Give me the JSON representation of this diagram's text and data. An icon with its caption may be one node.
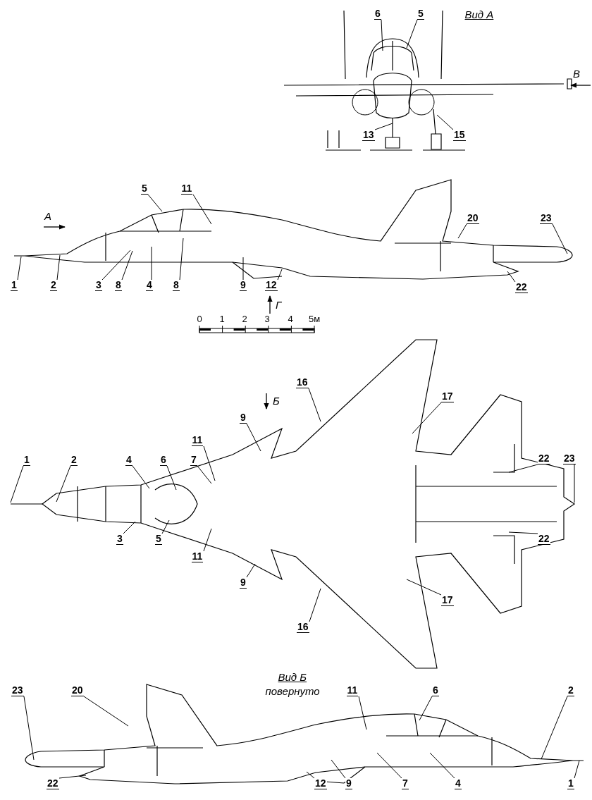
{
  "diagram": {
    "nodes": [
      {
        "text": [
          "6"
        ]
      },
      {
        "text": [
          "5"
        ]
      },
      {
        "text": [
          "13"
        ]
      },
      {
        "text": [
          "15"
        ]
      },
      {
        "text": [
          "5"
        ]
      },
      {
        "text": [
          "11"
        ]
      },
      {
        "text": [
          "20"
        ]
      },
      {
        "text": [
          "23"
        ]
      },
      {
        "text": [
          "1"
        ]
      },
      {
        "text": [
          "2"
        ]
      },
      {
        "text": [
          "3"
        ]
      },
      {
        "text": [
          "8"
        ]
      },
      {
        "text": [
          "4"
        ]
      },
      {
        "text": [
          "8"
        ]
      },
      {
        "text": [
          "9"
        ]
      },
      {
        "text": [
          "12"
        ]
      },
      {
        "text": [
          "22"
        ]
      },
      {
        "text": [
          "16"
        ]
      },
      {
        "text": [
          "17"
        ]
      },
      {
        "text": [
          "9"
        ]
      },
      {
        "text": [
          "11"
        ]
      },
      {
        "text": [
          "1"
        ]
      },
      {
        "text": [
          "2"
        ]
      },
      {
        "text": [
          "4"
        ]
      },
      {
        "text": [
          "6"
        ]
      },
      {
        "text": [
          "7"
        ]
      },
      {
        "text": [
          "22"
        ]
      },
      {
        "text": [
          "23"
        ]
      },
      {
        "text": [
          "3"
        ]
      },
      {
        "text": [
          "5"
        ]
      },
      {
        "text": [
          "11"
        ]
      },
      {
        "text": [
          "22"
        ]
      },
      {
        "text": [
          "9"
        ]
      },
      {
        "text": [
          "17"
        ]
      },
      {
        "text": [
          "16"
        ]
      },
      {
        "text": [
          "23"
        ]
      },
      {
        "text": [
          "20"
        ]
      },
      {
        "text": [
          "11"
        ]
      },
      {
        "text": [
          "6"
        ]
      },
      {
        "text": [
          "2"
        ]
      },
      {
        "text": [
          "22"
        ]
      },
      {
        "text": [
          "12"
        ]
      },
      {
        "text": [
          "9"
        ]
      },
      {
        "text": [
          "7"
        ]
      },
      {
        "text": [
          "4"
        ]
      },
      {
        "text": [
          "1"
        ]
      }
    ],
    "edges": [
      {
        "from": 0,
        "to": null,
        "arrow": "none"
      },
      {
        "from": 1,
        "to": null,
        "arrow": "none"
      },
      {
        "from": 2,
        "to": null,
        "arrow": "none"
      },
      {
        "from": 3,
        "to": null,
        "arrow": "none"
      },
      {
        "from": 4,
        "to": null,
        "arrow": "none"
      },
      {
        "from": 5,
        "to": null,
        "arrow": "none"
      },
      {
        "from": 6,
        "to": null,
        "arrow": "none"
      },
      {
        "from": 7,
        "to": null,
        "arrow": "none"
      },
      {
        "from": 8,
        "to": null,
        "arrow": "none"
      },
      {
        "from": 9,
        "to": null,
        "arrow": "none"
      },
      {
        "from": 10,
        "to": null,
        "arrow": "none"
      },
      {
        "from": 11,
        "to": null,
        "arrow": "none"
      },
      {
        "from": 12,
        "to": null,
        "arrow": "none"
      },
      {
        "from": 13,
        "to": null,
        "arrow": "none"
      },
      {
        "from": 14,
        "to": null,
        "arrow": "none"
      },
      {
        "from": 15,
        "to": null,
        "arrow": "none"
      },
      {
        "from": 16,
        "to": null,
        "arrow": "none"
      },
      {
        "from": 17,
        "to": null,
        "arrow": "none"
      },
      {
        "from": 18,
        "to": null,
        "arrow": "none"
      },
      {
        "from": 19,
        "to": null,
        "arrow": "none"
      },
      {
        "from": 20,
        "to": null,
        "arrow": "none"
      },
      {
        "from": 21,
        "to": null,
        "arrow": "none"
      },
      {
        "from": 22,
        "to": null,
        "arrow": "none"
      },
      {
        "from": 23,
        "to": null,
        "arrow": "none"
      },
      {
        "from": 24,
        "to": null,
        "arrow": "none"
      },
      {
        "from": 25,
        "to": null,
        "arrow": "none"
      },
      {
        "from": 26,
        "to": null,
        "arrow": "none"
      },
      {
        "from": 27,
        "to": null,
        "arrow": "none"
      },
      {
        "from": 28,
        "to": null,
        "arrow": "none"
      },
      {
        "from": 29,
        "to": null,
        "arrow": "none"
      },
      {
        "from": 30,
        "to": null,
        "arrow": "none"
      },
      {
        "from": 31,
        "to": null,
        "arrow": "none"
      },
      {
        "from": 32,
        "to": null,
        "arrow": "none"
      },
      {
        "from": 33,
        "to": null,
        "arrow": "none"
      },
      {
        "from": 34,
        "to": null,
        "arrow": "none"
      },
      {
        "from": 35,
        "to": null,
        "arrow": "none"
      },
      {
        "from": 36,
        "to": null,
        "arrow": "none"
      },
      {
        "from": 37,
        "to": null,
        "arrow": "none"
      },
      {
        "from": 38,
        "to": null,
        "arrow": "none"
      },
      {
        "from": 39,
        "to": null,
        "arrow": "none"
      },
      {
        "from": 40,
        "to": null,
        "arrow": "none"
      },
      {
        "from": 41,
        "to": null,
        "arrow": "none"
      },
      {
        "from": 42,
        "to": null,
        "arrow": "none"
      },
      {
        "from": 43,
        "to": null,
        "arrow": "none"
      },
      {
        "from": 44,
        "to": null,
        "arrow": "none"
      },
      {
        "from": 45,
        "to": null,
        "arrow": "none"
      }
    ],
    "labels": [
      "Вид А",
      "В",
      "А",
      "Г",
      "0",
      "1",
      "2",
      "3",
      "4",
      "5м",
      "Б",
      "Вид Б",
      "повернуто"
    ]
  }
}
